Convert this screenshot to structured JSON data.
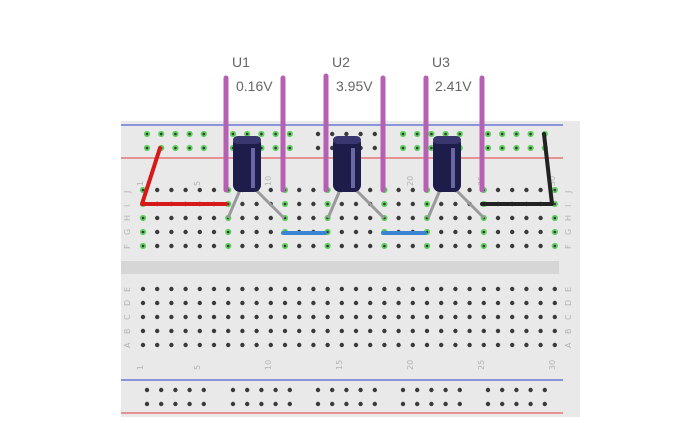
{
  "probes": [
    {
      "name": "U1",
      "reading": "0.16V"
    },
    {
      "name": "U2",
      "reading": "3.95V"
    },
    {
      "name": "U3",
      "reading": "2.41V"
    }
  ],
  "breadboard": {
    "column_numbers": [
      "1",
      "5",
      "10",
      "15",
      "20",
      "25",
      "30"
    ],
    "row_letters_top": [
      "J",
      "I",
      "H",
      "G",
      "F"
    ],
    "row_letters_bottom": [
      "E",
      "D",
      "C",
      "B",
      "A"
    ]
  },
  "colors": {
    "board": "#e9e9e9",
    "hole": "#3a3a3a",
    "connected_hole": "#5ed05e",
    "rail_blue": "#2b3fd1",
    "rail_red": "#e23a3a",
    "probe_lead": "#b560b3",
    "capacitor": "#1e1c4a",
    "wire_red": "#d61a1a",
    "wire_black": "#222222",
    "wire_blue": "#3b84d4"
  }
}
